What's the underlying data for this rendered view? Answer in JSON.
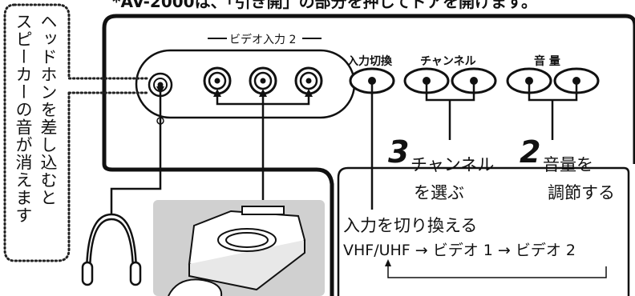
{
  "header": {
    "text": "*AV-2000は、「引き開」の部分を押してドアを開けます。"
  },
  "panel": {
    "video_in_label": "ビデオ入力 2",
    "buttons": {
      "input_switch_label": "入力切換",
      "channel_label": "チャンネル",
      "volume_label": "音 量"
    }
  },
  "annotations": {
    "headphone_note": "ヘッドホンを差し込むと",
    "headphone_note_2": "スピーカーの音が消えます",
    "step3_num": "3",
    "step3_line1": "チャンネル",
    "step3_line2": "を選ぶ",
    "step2_num": "2",
    "step2_line1": "音量を",
    "step2_line2": "調節する",
    "input_line1": "入力を切り換える",
    "input_sequence": "VHF/UHF → ビデオ 1 → ビデオ 2"
  },
  "colors": {
    "line": "#111111",
    "console_bg": "#d0d0d0",
    "dots": "#222222"
  }
}
